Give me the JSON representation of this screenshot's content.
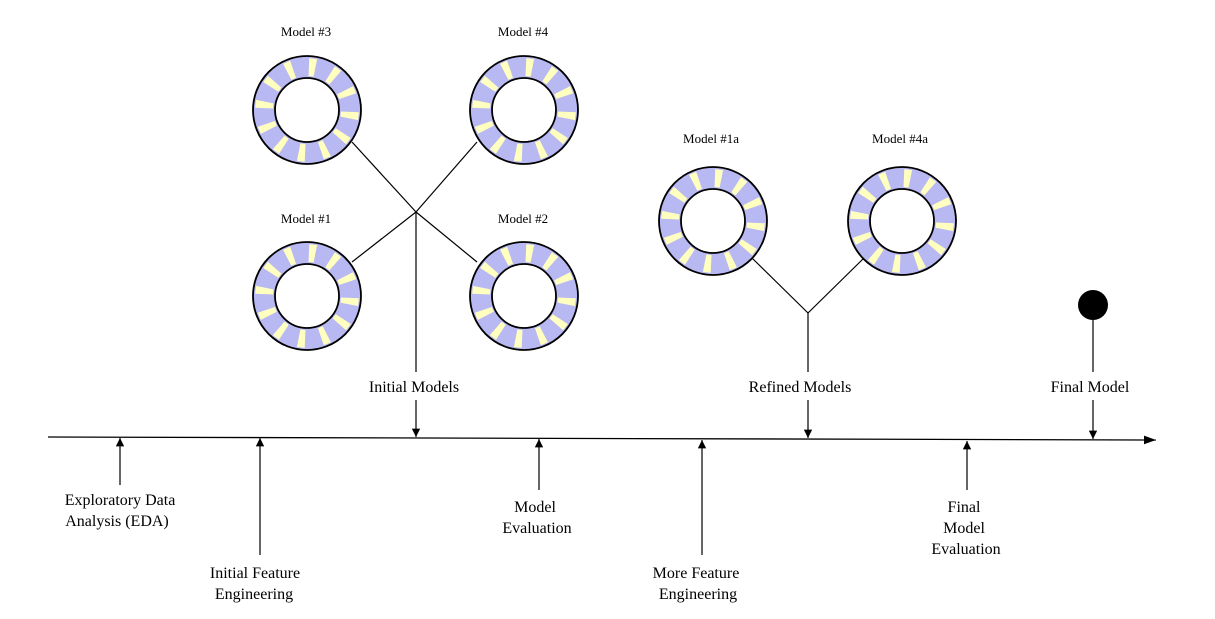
{
  "models": {
    "m3": {
      "label": "Model #3"
    },
    "m4": {
      "label": "Model #4"
    },
    "m1": {
      "label": "Model #1"
    },
    "m2": {
      "label": "Model #2"
    },
    "m1a": {
      "label": "Model #1a"
    },
    "m4a": {
      "label": "Model #4a"
    }
  },
  "above_labels": {
    "initial_models": "Initial Models",
    "refined_models": "Refined Models",
    "final_model": "Final Model"
  },
  "below_labels": {
    "eda": [
      "Exploratory Data",
      "Analysis (EDA)"
    ],
    "initial_fe": [
      "Initial Feature",
      "Engineering"
    ],
    "model_eval": [
      "Model",
      "Evaluation"
    ],
    "more_fe": [
      "More Feature",
      "Engineering"
    ],
    "final_eval": [
      "Final",
      "Model",
      "Evaluation"
    ]
  },
  "colors": {
    "ring_fill": "#b8b8f2",
    "ring_stripe": "#ffffc0",
    "line": "#000000",
    "background": "#ffffff"
  },
  "icons": {
    "final_marker": "filled-circle"
  }
}
